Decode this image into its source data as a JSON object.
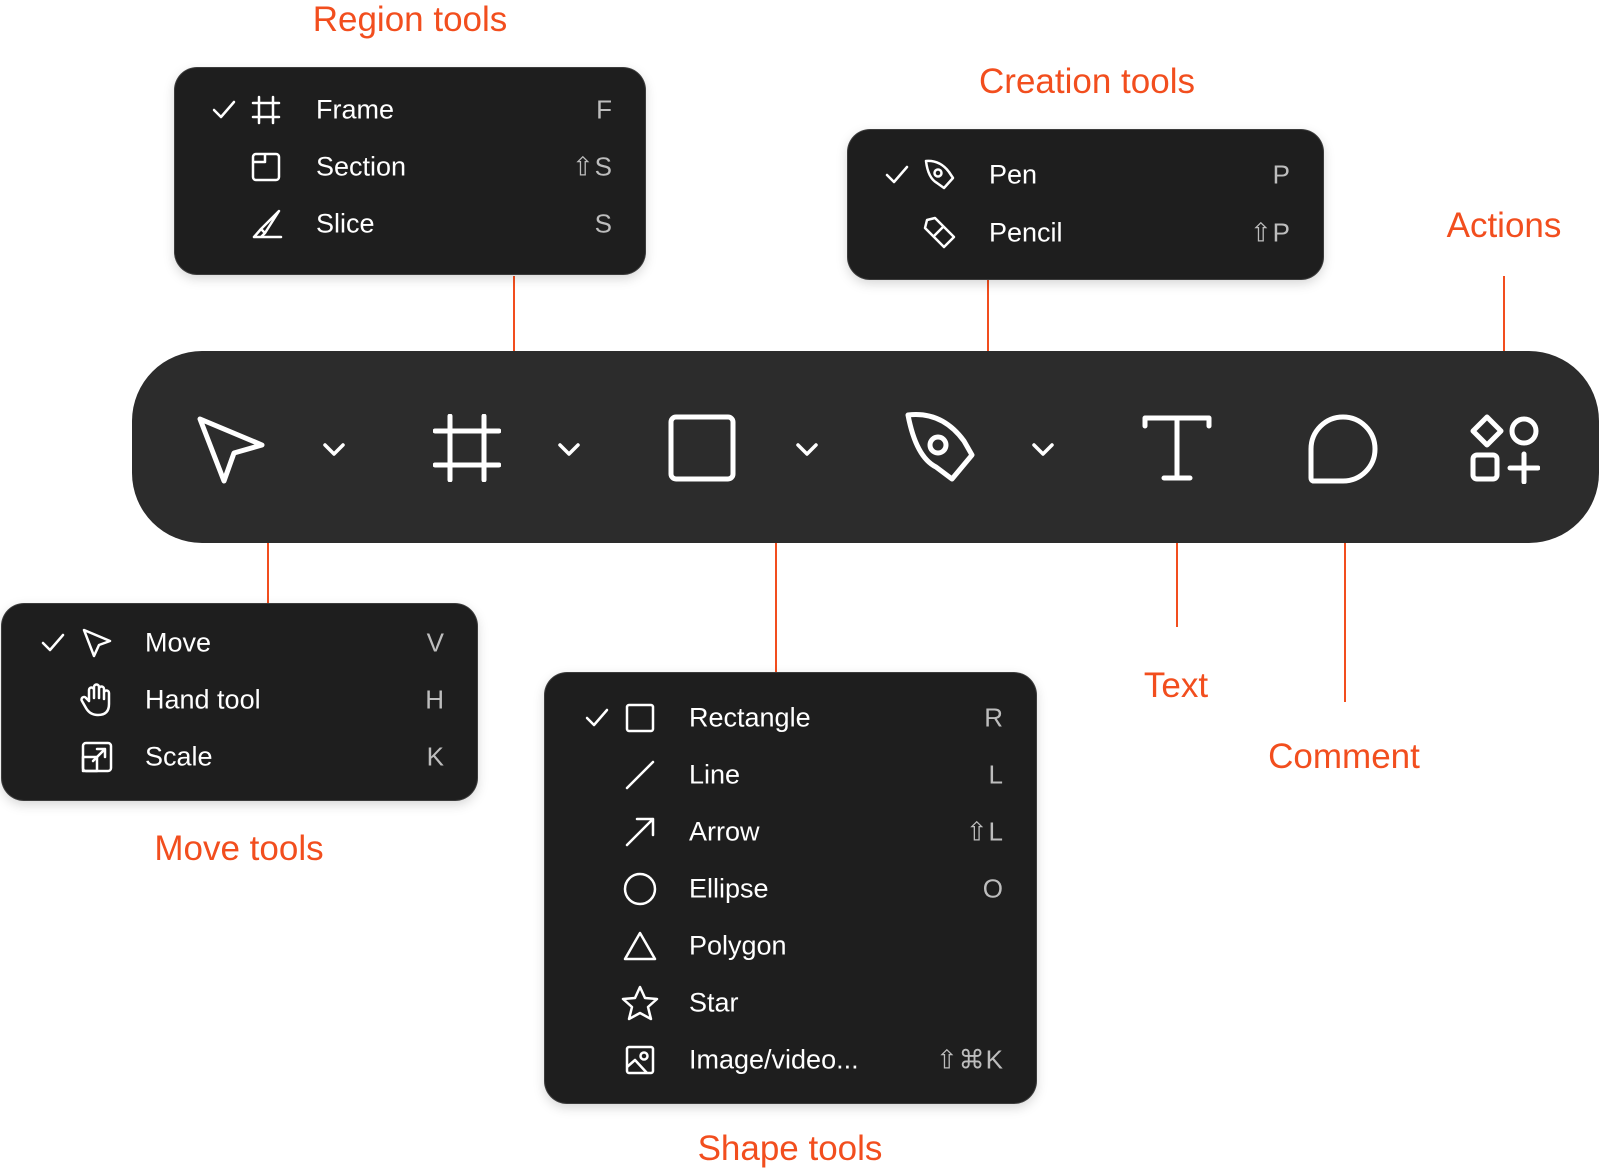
{
  "callouts": {
    "region": "Region tools",
    "creation": "Creation tools",
    "actions": "Actions",
    "move": "Move tools",
    "shape": "Shape tools",
    "text": "Text",
    "comment": "Comment"
  },
  "colors": {
    "accent": "#f24e1e",
    "toolbar_bg": "#2c2c2c",
    "menu_bg": "#1e1e1e",
    "text": "#ffffff",
    "shortcut_text": "#bdbdbd"
  },
  "toolbar": {
    "tools": [
      {
        "name": "move-tool",
        "icon": "cursor-icon",
        "has_dropdown": true
      },
      {
        "name": "region-tool",
        "icon": "frame-icon",
        "has_dropdown": true
      },
      {
        "name": "shape-tool",
        "icon": "rectangle-icon",
        "has_dropdown": true
      },
      {
        "name": "creation-tool",
        "icon": "pen-icon",
        "has_dropdown": true
      },
      {
        "name": "text-tool",
        "icon": "text-icon",
        "has_dropdown": false
      },
      {
        "name": "comment-tool",
        "icon": "comment-icon",
        "has_dropdown": false
      },
      {
        "name": "actions-tool",
        "icon": "actions-icon",
        "has_dropdown": false
      }
    ]
  },
  "region_menu": {
    "items": [
      {
        "label": "Frame",
        "shortcut": "F",
        "checked": true,
        "icon": "frame-icon"
      },
      {
        "label": "Section",
        "shortcut": "⇧S",
        "checked": false,
        "icon": "section-icon"
      },
      {
        "label": "Slice",
        "shortcut": "S",
        "checked": false,
        "icon": "slice-icon"
      }
    ]
  },
  "creation_menu": {
    "items": [
      {
        "label": "Pen",
        "shortcut": "P",
        "checked": true,
        "icon": "pen-icon"
      },
      {
        "label": "Pencil",
        "shortcut": "⇧P",
        "checked": false,
        "icon": "pencil-icon"
      }
    ]
  },
  "move_menu": {
    "items": [
      {
        "label": "Move",
        "shortcut": "V",
        "checked": true,
        "icon": "cursor-icon"
      },
      {
        "label": "Hand tool",
        "shortcut": "H",
        "checked": false,
        "icon": "hand-icon"
      },
      {
        "label": "Scale",
        "shortcut": "K",
        "checked": false,
        "icon": "scale-icon"
      }
    ]
  },
  "shape_menu": {
    "items": [
      {
        "label": "Rectangle",
        "shortcut": "R",
        "checked": true,
        "icon": "rectangle-icon"
      },
      {
        "label": "Line",
        "shortcut": "L",
        "checked": false,
        "icon": "line-icon"
      },
      {
        "label": "Arrow",
        "shortcut": "⇧L",
        "checked": false,
        "icon": "arrow-icon"
      },
      {
        "label": "Ellipse",
        "shortcut": "O",
        "checked": false,
        "icon": "ellipse-icon"
      },
      {
        "label": "Polygon",
        "shortcut": "",
        "checked": false,
        "icon": "polygon-icon"
      },
      {
        "label": "Star",
        "shortcut": "",
        "checked": false,
        "icon": "star-icon"
      },
      {
        "label": "Image/video...",
        "shortcut": "⇧⌘K",
        "checked": false,
        "icon": "image-icon"
      }
    ]
  }
}
